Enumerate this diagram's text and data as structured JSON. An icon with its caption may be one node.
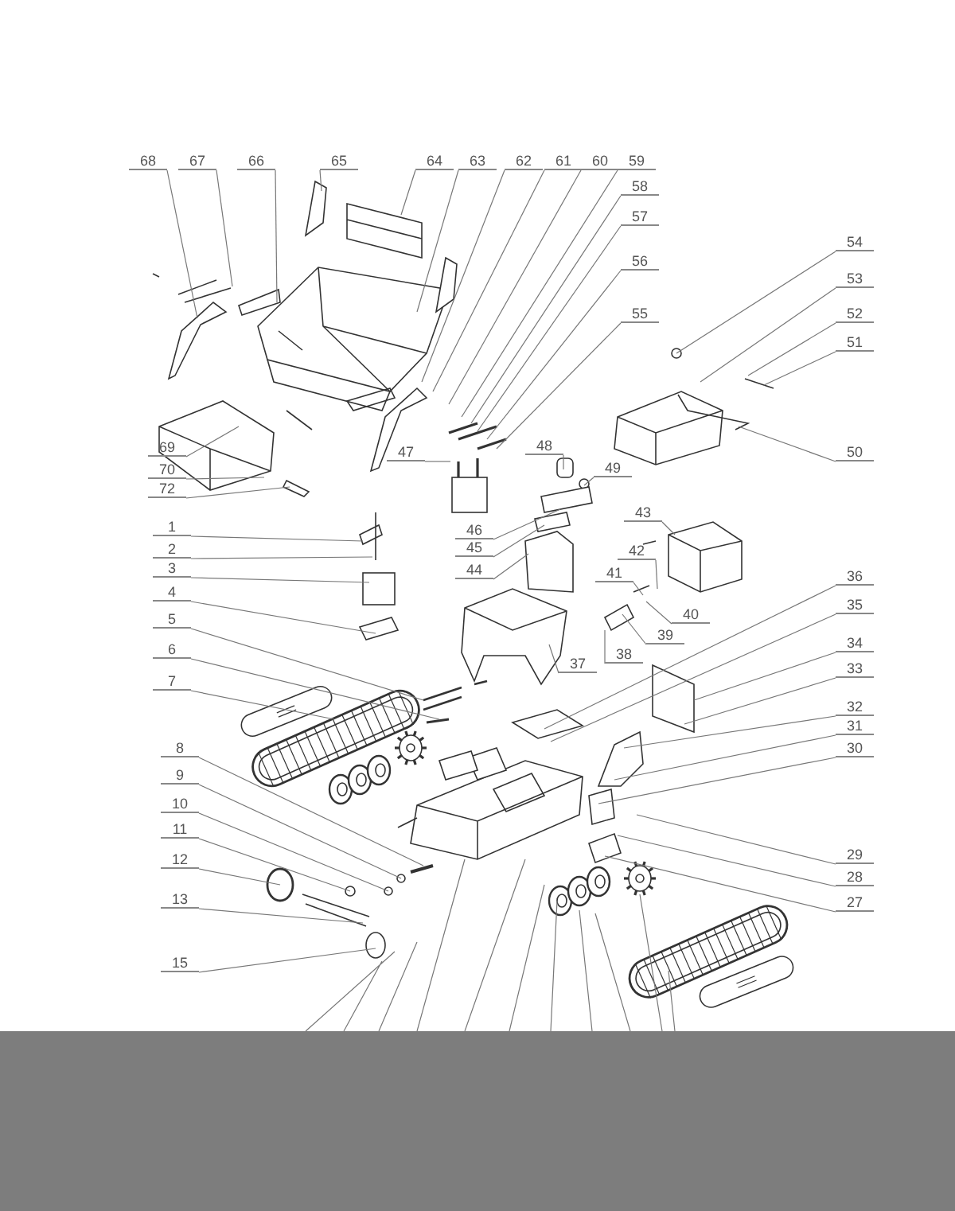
{
  "diagram": {
    "nodes": [
      {
        "text": [
          "68"
        ]
      },
      {
        "text": [
          "67"
        ]
      },
      {
        "text": [
          "66"
        ]
      },
      {
        "text": [
          "65"
        ]
      },
      {
        "text": [
          "64"
        ]
      },
      {
        "text": [
          "63"
        ]
      },
      {
        "text": [
          "62"
        ]
      },
      {
        "text": [
          "61"
        ]
      },
      {
        "text": [
          "60"
        ]
      },
      {
        "text": [
          "59"
        ]
      },
      {
        "text": [
          "58"
        ]
      },
      {
        "text": [
          "57"
        ]
      },
      {
        "text": [
          "56"
        ]
      },
      {
        "text": [
          "55"
        ]
      },
      {
        "text": [
          "54"
        ]
      },
      {
        "text": [
          "53"
        ]
      },
      {
        "text": [
          "52"
        ]
      },
      {
        "text": [
          "51"
        ]
      },
      {
        "text": [
          "50"
        ]
      },
      {
        "text": [
          "69"
        ]
      },
      {
        "text": [
          "70"
        ]
      },
      {
        "text": [
          "48"
        ]
      },
      {
        "text": [
          "49"
        ]
      },
      {
        "text": [
          "72"
        ]
      },
      {
        "text": [
          "47"
        ]
      },
      {
        "text": [
          "1"
        ]
      },
      {
        "text": [
          "46"
        ]
      },
      {
        "text": [
          "45"
        ]
      },
      {
        "text": [
          "2"
        ]
      },
      {
        "text": [
          "43"
        ]
      },
      {
        "text": [
          "44"
        ]
      },
      {
        "text": [
          "3"
        ]
      },
      {
        "text": [
          "42"
        ]
      },
      {
        "text": [
          "41"
        ]
      },
      {
        "text": [
          "4"
        ]
      },
      {
        "text": [
          "40"
        ]
      },
      {
        "text": [
          "39"
        ]
      },
      {
        "text": [
          "5"
        ]
      },
      {
        "text": [
          "38"
        ]
      },
      {
        "text": [
          "37"
        ]
      },
      {
        "text": [
          "36"
        ]
      },
      {
        "text": [
          "35"
        ]
      },
      {
        "text": [
          "6"
        ]
      },
      {
        "text": [
          "34"
        ]
      },
      {
        "text": [
          "33"
        ]
      },
      {
        "text": [
          "7"
        ]
      },
      {
        "text": [
          "32"
        ]
      },
      {
        "text": [
          "31"
        ]
      },
      {
        "text": [
          "30"
        ]
      },
      {
        "text": [
          "8"
        ]
      },
      {
        "text": [
          "9"
        ]
      },
      {
        "text": [
          "10"
        ]
      },
      {
        "text": [
          "11"
        ]
      },
      {
        "text": [
          "29"
        ]
      },
      {
        "text": [
          "28"
        ]
      },
      {
        "text": [
          "12"
        ]
      },
      {
        "text": [
          "27"
        ]
      },
      {
        "text": [
          "13"
        ]
      },
      {
        "text": [
          "15"
        ]
      }
    ],
    "edges": [
      {
        "from": 0,
        "to": null,
        "arrow": "none"
      },
      {
        "from": 1,
        "to": null,
        "arrow": "none"
      },
      {
        "from": 2,
        "to": null,
        "arrow": "none"
      },
      {
        "from": 3,
        "to": null,
        "arrow": "none"
      },
      {
        "from": 4,
        "to": null,
        "arrow": "none"
      },
      {
        "from": 5,
        "to": null,
        "arrow": "none"
      },
      {
        "from": 6,
        "to": null,
        "arrow": "none"
      },
      {
        "from": 7,
        "to": null,
        "arrow": "none"
      },
      {
        "from": 8,
        "to": null,
        "arrow": "none"
      },
      {
        "from": 9,
        "to": null,
        "arrow": "none"
      },
      {
        "from": 10,
        "to": null,
        "arrow": "none"
      },
      {
        "from": 11,
        "to": null,
        "arrow": "none"
      },
      {
        "from": 12,
        "to": null,
        "arrow": "none"
      },
      {
        "from": 13,
        "to": null,
        "arrow": "none"
      },
      {
        "from": 14,
        "to": null,
        "arrow": "none"
      },
      {
        "from": 15,
        "to": null,
        "arrow": "none"
      },
      {
        "from": 16,
        "to": null,
        "arrow": "none"
      },
      {
        "from": 17,
        "to": null,
        "arrow": "none"
      },
      {
        "from": 18,
        "to": null,
        "arrow": "none"
      },
      {
        "from": 19,
        "to": null,
        "arrow": "none"
      },
      {
        "from": 20,
        "to": null,
        "arrow": "none"
      },
      {
        "from": 21,
        "to": null,
        "arrow": "none"
      },
      {
        "from": 22,
        "to": null,
        "arrow": "none"
      },
      {
        "from": 23,
        "to": null,
        "arrow": "none"
      },
      {
        "from": 24,
        "to": null,
        "arrow": "none"
      },
      {
        "from": 25,
        "to": null,
        "arrow": "none"
      },
      {
        "from": 26,
        "to": null,
        "arrow": "none"
      },
      {
        "from": 27,
        "to": null,
        "arrow": "none"
      },
      {
        "from": 28,
        "to": null,
        "arrow": "none"
      },
      {
        "from": 29,
        "to": null,
        "arrow": "none"
      },
      {
        "from": 30,
        "to": null,
        "arrow": "none"
      },
      {
        "from": 31,
        "to": null,
        "arrow": "none"
      },
      {
        "from": 32,
        "to": null,
        "arrow": "none"
      },
      {
        "from": 33,
        "to": null,
        "arrow": "none"
      },
      {
        "from": 34,
        "to": null,
        "arrow": "none"
      },
      {
        "from": 35,
        "to": null,
        "arrow": "none"
      },
      {
        "from": 36,
        "to": null,
        "arrow": "none"
      },
      {
        "from": 37,
        "to": null,
        "arrow": "none"
      },
      {
        "from": 38,
        "to": null,
        "arrow": "none"
      },
      {
        "from": 39,
        "to": null,
        "arrow": "none"
      },
      {
        "from": 40,
        "to": null,
        "arrow": "none"
      },
      {
        "from": 41,
        "to": null,
        "arrow": "none"
      },
      {
        "from": 42,
        "to": null,
        "arrow": "none"
      },
      {
        "from": 43,
        "to": null,
        "arrow": "none"
      },
      {
        "from": 44,
        "to": null,
        "arrow": "none"
      },
      {
        "from": 45,
        "to": null,
        "arrow": "none"
      },
      {
        "from": 46,
        "to": null,
        "arrow": "none"
      },
      {
        "from": 47,
        "to": null,
        "arrow": "none"
      },
      {
        "from": 48,
        "to": null,
        "arrow": "none"
      },
      {
        "from": 49,
        "to": null,
        "arrow": "none"
      },
      {
        "from": 50,
        "to": null,
        "arrow": "none"
      },
      {
        "from": 51,
        "to": null,
        "arrow": "none"
      },
      {
        "from": 52,
        "to": null,
        "arrow": "none"
      },
      {
        "from": 53,
        "to": null,
        "arrow": "none"
      },
      {
        "from": 54,
        "to": null,
        "arrow": "none"
      },
      {
        "from": 55,
        "to": null,
        "arrow": "none"
      },
      {
        "from": 56,
        "to": null,
        "arrow": "none"
      },
      {
        "from": 57,
        "to": null,
        "arrow": "none"
      },
      {
        "from": 58,
        "to": null,
        "arrow": "none"
      }
    ]
  }
}
